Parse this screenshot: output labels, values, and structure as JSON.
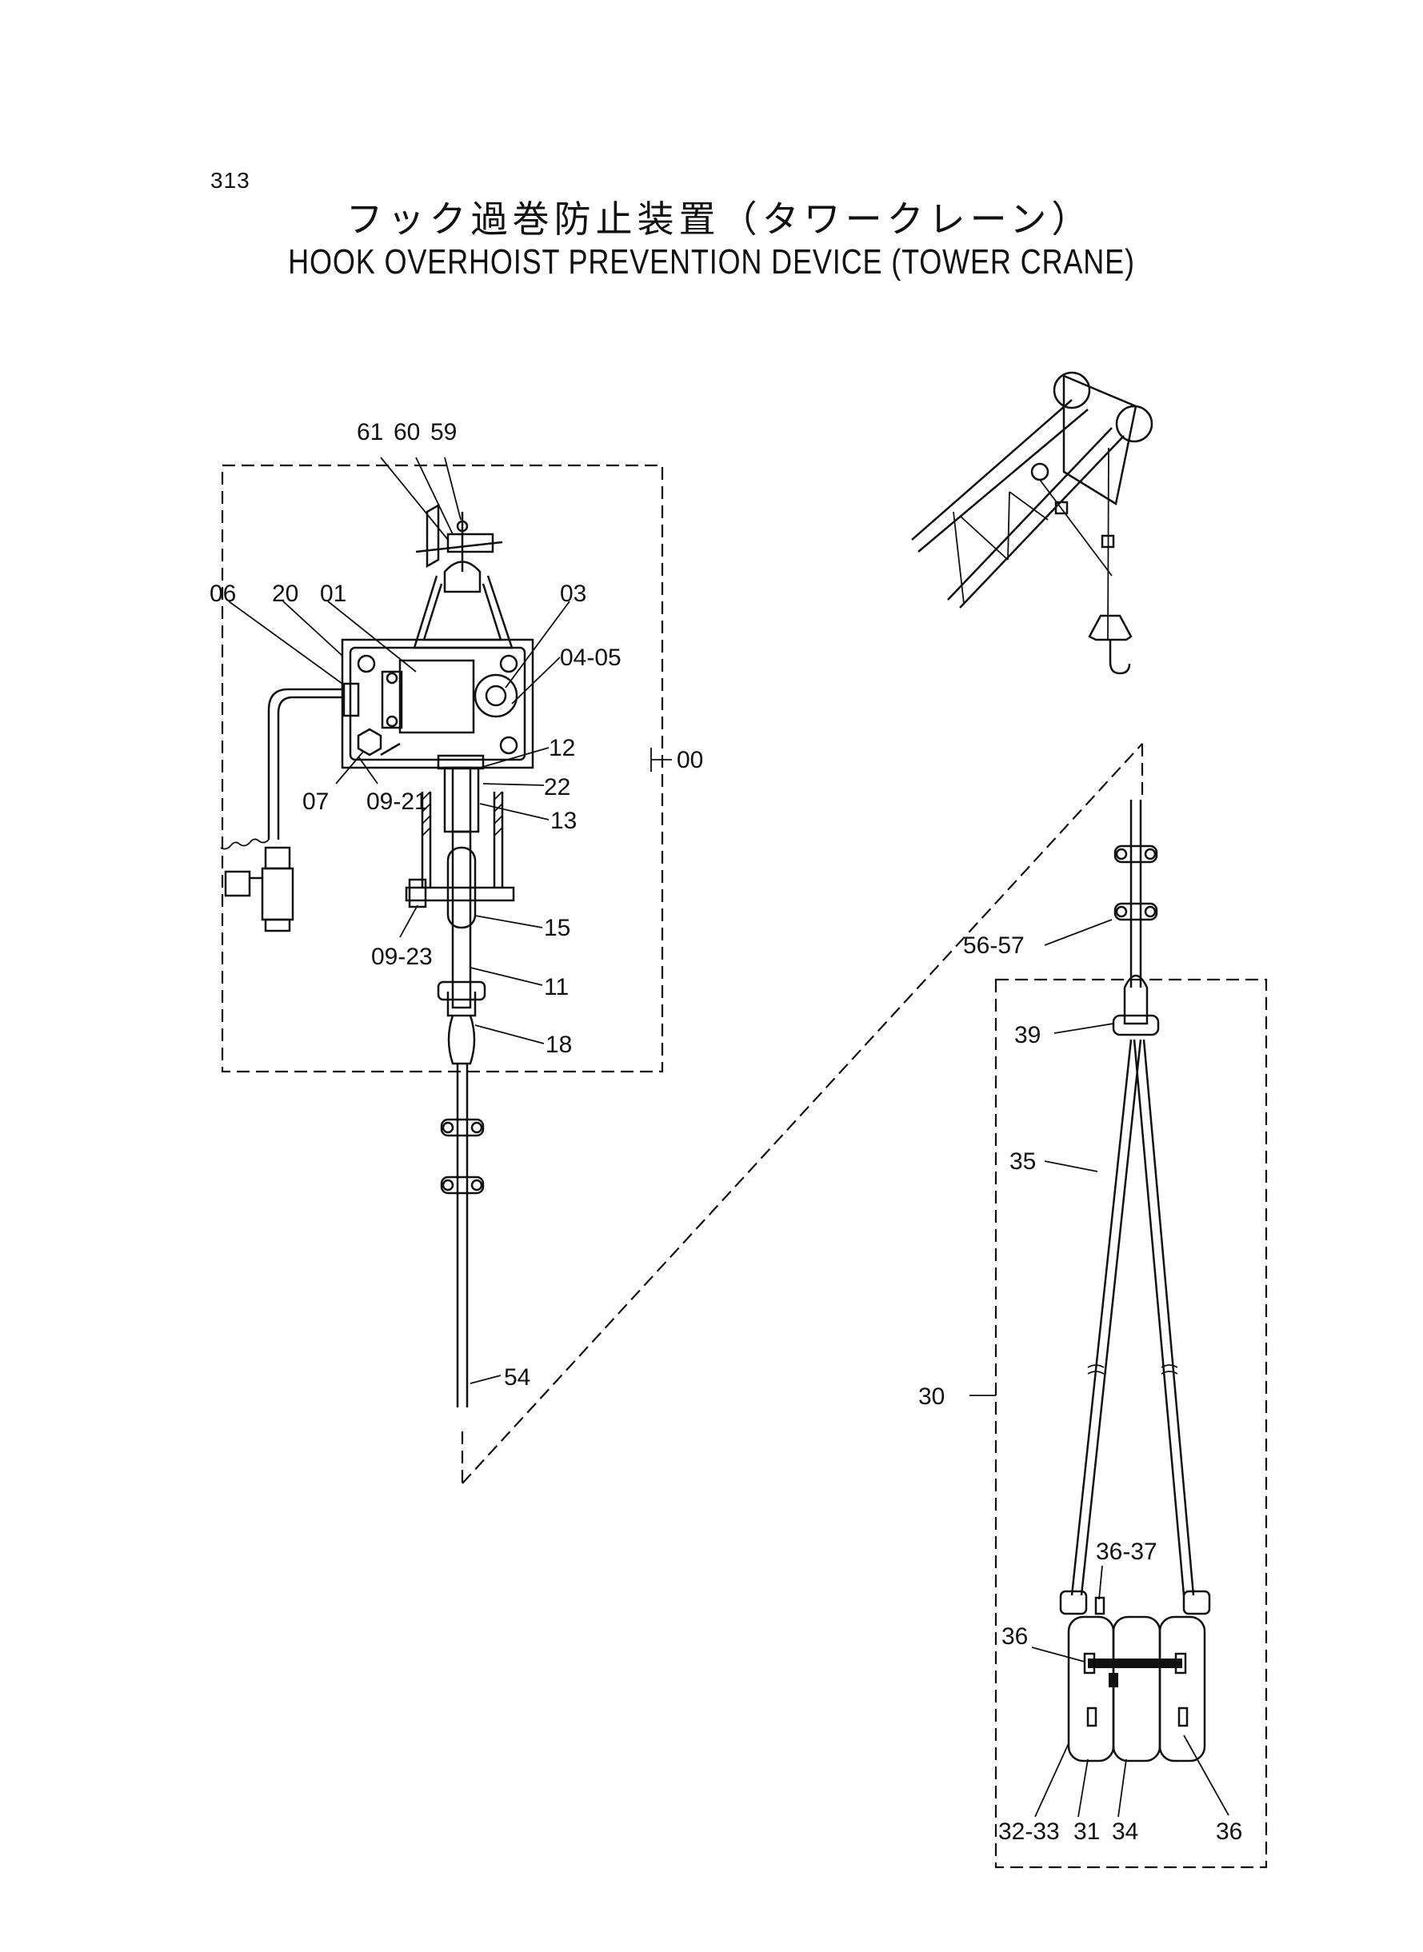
{
  "page_number": "313",
  "title_jp": "フック過巻防止装置（タワークレーン）",
  "title_en": "HOOK OVERHOIST PREVENTION DEVICE (TOWER CRANE)",
  "callouts": {
    "c61": "61",
    "c60": "60",
    "c59": "59",
    "c06": "06",
    "c20": "20",
    "c01": "01",
    "c03": "03",
    "c04_05": "04-05",
    "c12": "12",
    "c00": "00",
    "c07": "07",
    "c09_21": "09-21",
    "c22": "22",
    "c13": "13",
    "c15": "15",
    "c09_23": "09-23",
    "c11": "11",
    "c18": "18",
    "c54": "54",
    "c56_57": "56-57",
    "c39": "39",
    "c35": "35",
    "c30": "30",
    "c36_37": "36-37",
    "c36_a": "36",
    "c32_33": "32-33",
    "c31": "31",
    "c34": "34",
    "c36_b": "36"
  }
}
